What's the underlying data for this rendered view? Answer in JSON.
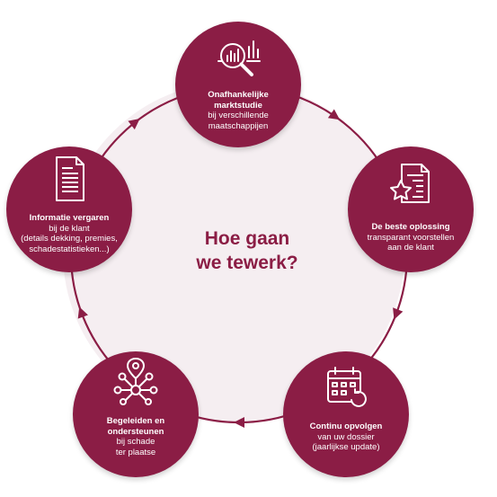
{
  "colors": {
    "accent": "#8b1d45",
    "background_circle": "#f5eef1",
    "text_on_accent": "#ffffff"
  },
  "center": {
    "line1": "Hoe gaan",
    "line2": "we tewerk?"
  },
  "steps": [
    {
      "title_lines": [
        "Onafhankelijke",
        "marktstudie"
      ],
      "desc_lines": [
        "bij verschillende",
        "maatschappijen"
      ],
      "icon": "magnifier-chart-icon"
    },
    {
      "title_lines": [
        "De beste oplossing"
      ],
      "desc_lines": [
        "transparant voorstellen",
        "aan de klant"
      ],
      "icon": "document-star-icon"
    },
    {
      "title_lines": [
        "Continu opvolgen"
      ],
      "desc_lines": [
        "van uw dossier",
        "(jaarlijkse update)"
      ],
      "icon": "calendar-refresh-icon"
    },
    {
      "title_lines": [
        "Begeleiden en",
        "ondersteunen"
      ],
      "desc_lines": [
        "bij schade",
        "ter plaatse"
      ],
      "icon": "location-network-icon"
    },
    {
      "title_lines": [
        "Informatie vergaren"
      ],
      "desc_lines": [
        "bij de klant",
        "(details dekking, premies,",
        "schadestatistieken...)"
      ],
      "icon": "document-lines-icon"
    }
  ]
}
